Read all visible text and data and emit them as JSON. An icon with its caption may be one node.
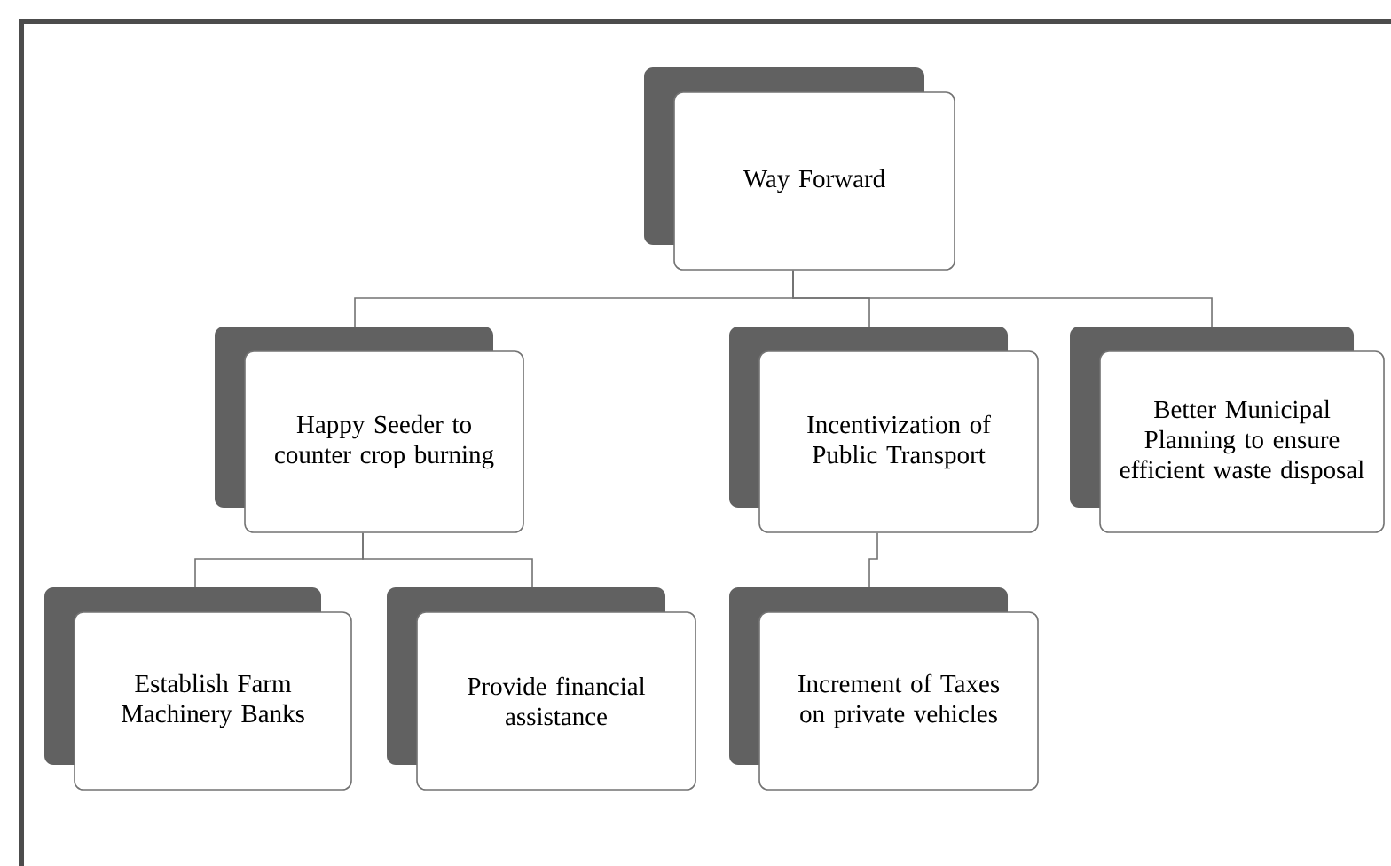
{
  "diagram": {
    "nodes": [
      {
        "text": [
          "Way Forward"
        ]
      },
      {
        "text": [
          "Happy Seeder to counter crop burning"
        ]
      },
      {
        "text": [
          "Incentivization of Public Transport"
        ]
      },
      {
        "text": [
          "Better Municipal Planning to ensure efficient waste disposal"
        ]
      },
      {
        "text": [
          "Establish Farm Machinery Banks"
        ]
      },
      {
        "text": [
          "Provide financial assistance"
        ]
      },
      {
        "text": [
          "Increment of Taxes on private vehicles"
        ]
      }
    ],
    "edges": [
      {
        "from": 0,
        "to": 1,
        "arrow": "none"
      },
      {
        "from": 0,
        "to": 2,
        "arrow": "none"
      },
      {
        "from": 0,
        "to": 3,
        "arrow": "none"
      },
      {
        "from": 1,
        "to": 4,
        "arrow": "none"
      },
      {
        "from": 1,
        "to": 5,
        "arrow": "none"
      },
      {
        "from": 2,
        "to": 6,
        "arrow": "none"
      }
    ]
  }
}
